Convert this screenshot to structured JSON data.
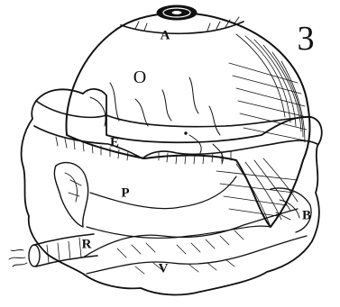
{
  "figure": {
    "number": "3",
    "labels": {
      "A": "A",
      "O": "O",
      "E": "E",
      "P": "P",
      "B": "B",
      "R": "R",
      "V": "V"
    }
  },
  "ink_color": "#111111",
  "paper_color": "#ffffff"
}
